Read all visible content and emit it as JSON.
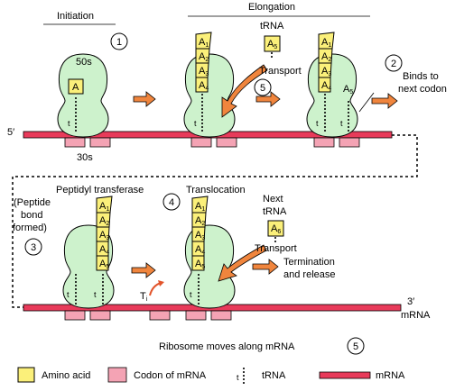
{
  "colors": {
    "amino_acid": "#fbf07a",
    "codon": "#f4a3b4",
    "mrna": "#e83a5a",
    "ribosome": "#cdf2cc",
    "arrow": "#f0853d"
  },
  "headers": {
    "initiation": "Initiation",
    "elongation": "Elongation",
    "peptidyl_transferase": "Peptidyl transferase",
    "translocation": "Translocation"
  },
  "steps": {
    "s1": "1",
    "s2": "2",
    "s3": "3",
    "s4": "4",
    "s5a": "5",
    "s5b": "5"
  },
  "labels": {
    "large_subunit": "50s",
    "small_subunit": "30s",
    "trna_top": "tRNA",
    "transport_1": "Transport",
    "binds_line1": "Binds to",
    "binds_line2": "next codon",
    "five_prime": "5′",
    "three_prime": "3′",
    "mrna_right": "mRNA",
    "peptide_line1": "(Peptide",
    "peptide_line2": "bond",
    "peptide_line3": "formed)",
    "next_trna_1": "Next",
    "next_trna_2": "tRNA",
    "transport_2": "Transport",
    "termination_1": "Termination",
    "termination_2": "and release",
    "ribosome_moves": "Ribosome moves along mRNA",
    "t": "t",
    "t_i": "T",
    "t_i_sub": "i",
    "a": "A",
    "a_sub_1": "1",
    "a_sub_2": "2",
    "a_sub_3": "3",
    "a_sub_4": "4",
    "a_sub_5": "5",
    "a_sub_6": "6"
  },
  "legend": {
    "amino_acid": "Amino acid",
    "codon": "Codon of mRNA",
    "trna_symbol": "t",
    "trna": "tRNA",
    "mrna": "mRNA"
  }
}
